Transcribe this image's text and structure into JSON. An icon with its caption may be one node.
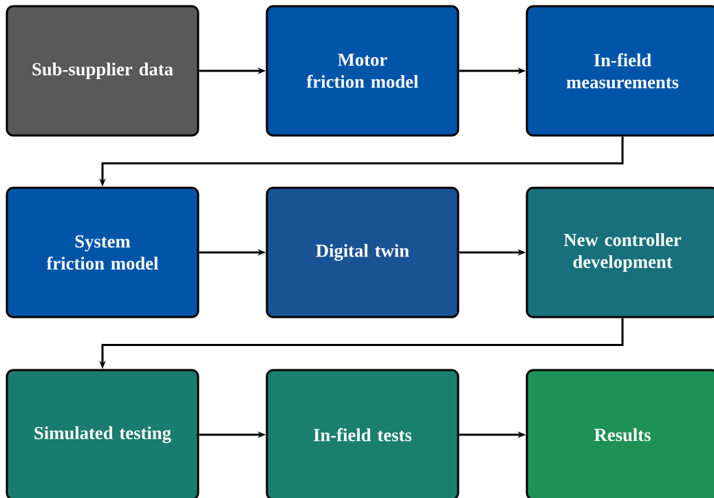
{
  "diagram": {
    "nodes": [
      {
        "text": [
          "Sub-supplier data"
        ]
      },
      {
        "text": [
          "Motor friction model"
        ]
      },
      {
        "text": [
          "In-field measurements"
        ]
      },
      {
        "text": [
          "System friction model"
        ]
      },
      {
        "text": [
          "Digital twin"
        ]
      },
      {
        "text": [
          "New controller development"
        ]
      },
      {
        "text": [
          "Simulated testing"
        ]
      },
      {
        "text": [
          "In-field tests"
        ]
      },
      {
        "text": [
          "Results"
        ]
      }
    ],
    "edges": [
      {
        "from": 0,
        "to": 1,
        "arrow": "to"
      },
      {
        "from": 1,
        "to": 2,
        "arrow": "to"
      },
      {
        "from": 2,
        "to": 3,
        "arrow": "to"
      },
      {
        "from": 3,
        "to": 4,
        "arrow": "to"
      },
      {
        "from": 4,
        "to": 5,
        "arrow": "to"
      },
      {
        "from": 5,
        "to": 6,
        "arrow": "to"
      },
      {
        "from": 6,
        "to": 7,
        "arrow": "to"
      },
      {
        "from": 7,
        "to": 8,
        "arrow": "to"
      }
    ]
  }
}
